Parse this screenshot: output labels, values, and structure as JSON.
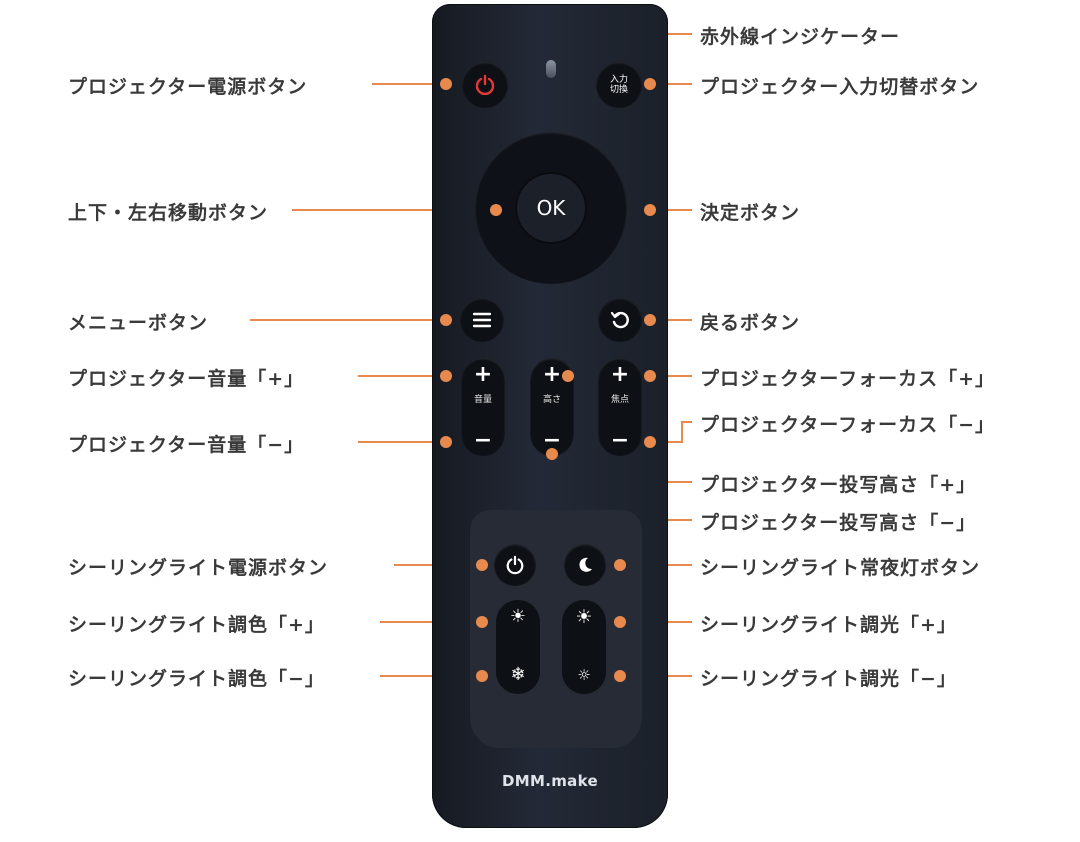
{
  "labels": {
    "ir_indicator": "赤外線インジケーター",
    "projector_power": "プロジェクター電源ボタン",
    "projector_input": "プロジェクター入力切替ボタン",
    "dpad": "上下・左右移動ボタン",
    "enter": "決定ボタン",
    "menu": "メニューボタン",
    "back": "戻るボタン",
    "volume_up": "プロジェクター音量「+」",
    "volume_down": "プロジェクター音量「−」",
    "focus_up": "プロジェクターフォーカス「+」",
    "focus_down": "プロジェクターフォーカス「−」",
    "height_up": "プロジェクター投写高さ「+」",
    "height_down": "プロジェクター投写高さ「−」",
    "ceiling_power": "シーリングライト電源ボタン",
    "night_light": "シーリングライト常夜灯ボタン",
    "color_up": "シーリングライト調色「+」",
    "color_down": "シーリングライト調色「−」",
    "dim_up": "シーリングライト調光「+」",
    "dim_down": "シーリングライト調光「−」"
  },
  "remote": {
    "ok": "OK",
    "input_line1": "入力",
    "input_line2": "切換",
    "volume_text": "音量",
    "height_text": "高さ",
    "focus_text": "焦点",
    "plus": "+",
    "minus": "−",
    "brand": "DMM.make"
  },
  "colors": {
    "callout": "#e88a4e",
    "remote_body": "#1b2029",
    "power_red": "#e53935"
  }
}
